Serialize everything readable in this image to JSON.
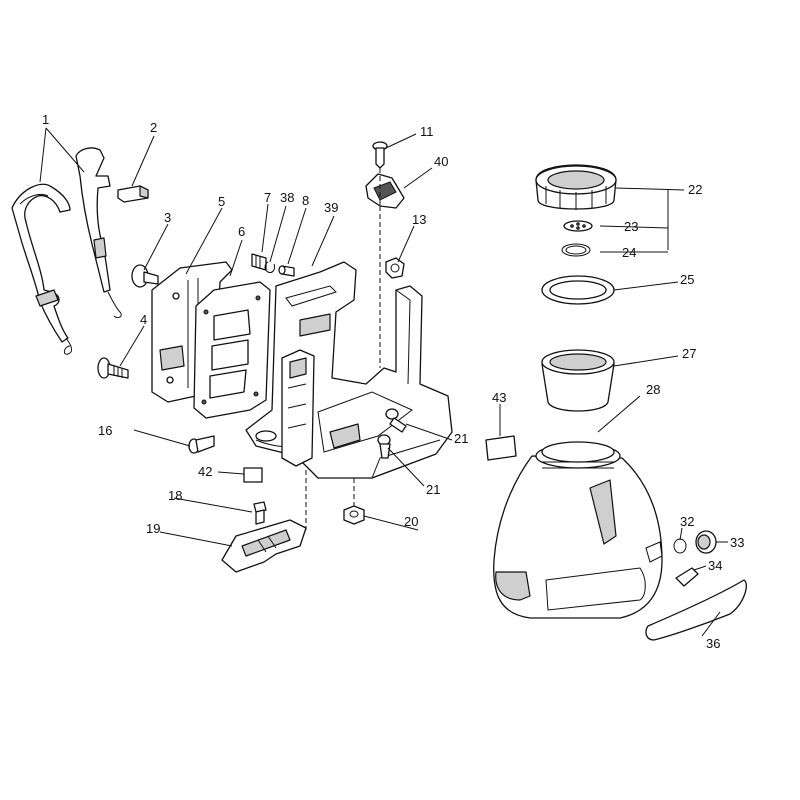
{
  "labels": {
    "l1": "1",
    "l2": "2",
    "l3": "3",
    "l4": "4",
    "l5": "5",
    "l6": "6",
    "l7": "7",
    "l8": "8",
    "l11": "11",
    "l13": "13",
    "l16": "16",
    "l18": "18",
    "l19": "19",
    "l20": "20",
    "l21a": "21",
    "l21b": "21",
    "l22": "22",
    "l23": "23",
    "l24": "24",
    "l25": "25",
    "l27": "27",
    "l28": "28",
    "l32": "32",
    "l33": "33",
    "l34": "34",
    "l36": "36",
    "l38": "38",
    "l39": "39",
    "l40": "40",
    "l42": "42",
    "l43": "43"
  }
}
